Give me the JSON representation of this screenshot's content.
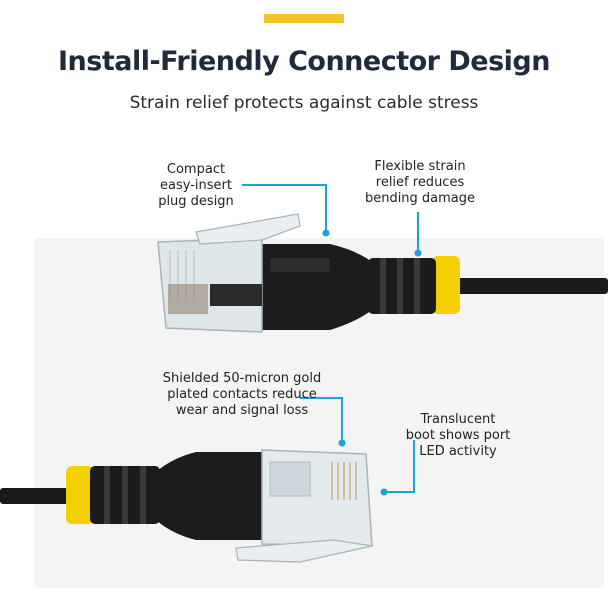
{
  "header": {
    "title": "Install-Friendly Connector Design",
    "subtitle": "Strain relief protects against cable stress"
  },
  "callouts": {
    "compact": [
      "Compact",
      "easy-insert",
      "plug design"
    ],
    "flexible": [
      "Flexible strain",
      "relief reduces",
      "bending damage"
    ],
    "shielded": [
      "Shielded 50-micron gold",
      "plated contacts reduce",
      "wear and signal loss"
    ],
    "translucent": [
      "Translucent",
      "boot shows port",
      "LED activity"
    ]
  },
  "colors": {
    "accent": "#F5C22A",
    "callout_line": "#1AA3D6",
    "title": "#1f2a3a",
    "cable": "#1a1a1a",
    "strain_relief_ring": "#F5D000"
  },
  "icons": {
    "top_cable": "rj45-connector-top",
    "bottom_cable": "rj45-connector-bottom"
  }
}
